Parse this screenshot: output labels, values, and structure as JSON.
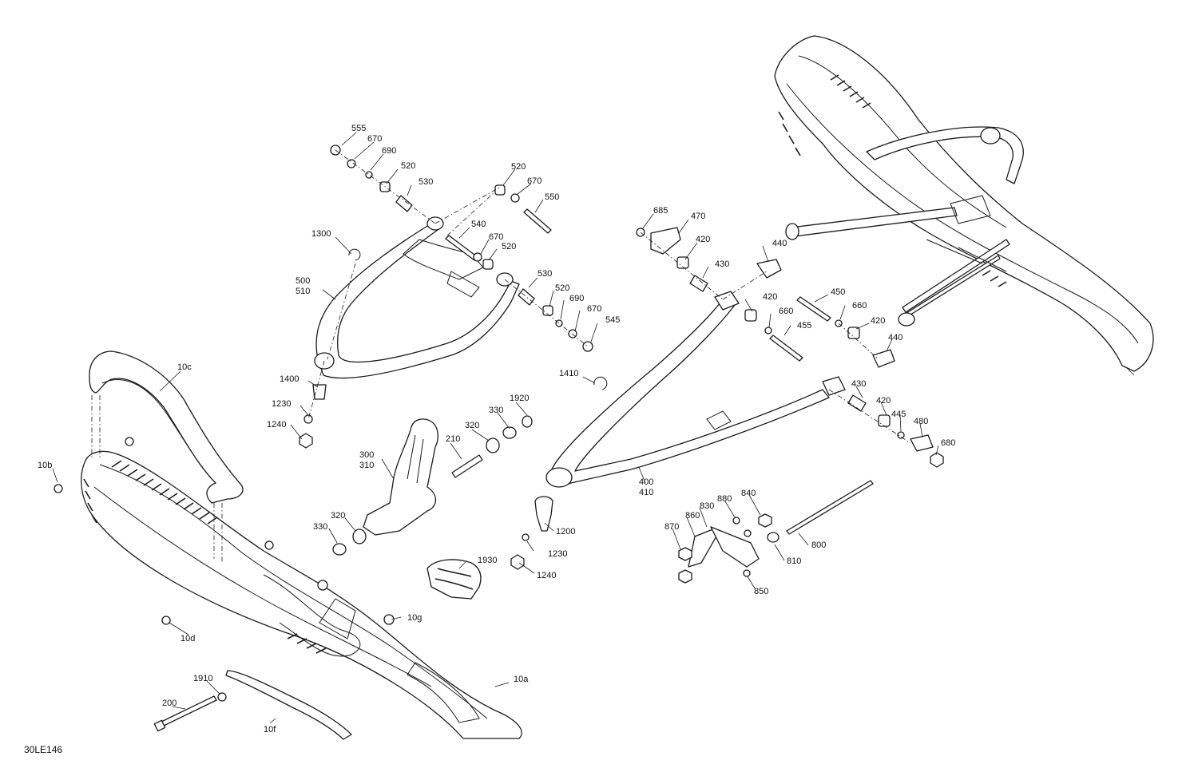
{
  "diagram": {
    "code": "30LE146",
    "callouts": [
      {
        "id": "555",
        "text": "555"
      },
      {
        "id": "670a",
        "text": "670"
      },
      {
        "id": "690a",
        "text": "690"
      },
      {
        "id": "520a",
        "text": "520"
      },
      {
        "id": "530a",
        "text": "530"
      },
      {
        "id": "520b",
        "text": "520"
      },
      {
        "id": "670b",
        "text": "670"
      },
      {
        "id": "550",
        "text": "550"
      },
      {
        "id": "540",
        "text": "540"
      },
      {
        "id": "670c",
        "text": "670"
      },
      {
        "id": "520c",
        "text": "520"
      },
      {
        "id": "1300",
        "text": "1300"
      },
      {
        "id": "500",
        "text": "500"
      },
      {
        "id": "510",
        "text": "510"
      },
      {
        "id": "530b",
        "text": "530"
      },
      {
        "id": "520d",
        "text": "520"
      },
      {
        "id": "690b",
        "text": "690"
      },
      {
        "id": "670d",
        "text": "670"
      },
      {
        "id": "545",
        "text": "545"
      },
      {
        "id": "10c",
        "text": "10c"
      },
      {
        "id": "1400",
        "text": "1400"
      },
      {
        "id": "1230a",
        "text": "1230"
      },
      {
        "id": "1240a",
        "text": "1240"
      },
      {
        "id": "10b",
        "text": "10b"
      },
      {
        "id": "300",
        "text": "300"
      },
      {
        "id": "310",
        "text": "310"
      },
      {
        "id": "210",
        "text": "210"
      },
      {
        "id": "320a",
        "text": "320"
      },
      {
        "id": "330a",
        "text": "330"
      },
      {
        "id": "1920",
        "text": "1920"
      },
      {
        "id": "320b",
        "text": "320"
      },
      {
        "id": "330b",
        "text": "330"
      },
      {
        "id": "1930",
        "text": "1930"
      },
      {
        "id": "10g",
        "text": "10g"
      },
      {
        "id": "10d",
        "text": "10d"
      },
      {
        "id": "1910",
        "text": "1910"
      },
      {
        "id": "200",
        "text": "200"
      },
      {
        "id": "10f",
        "text": "10f"
      },
      {
        "id": "10a",
        "text": "10a"
      },
      {
        "id": "685",
        "text": "685"
      },
      {
        "id": "470",
        "text": "470"
      },
      {
        "id": "420a",
        "text": "420"
      },
      {
        "id": "430a",
        "text": "430"
      },
      {
        "id": "440a",
        "text": "440"
      },
      {
        "id": "420b",
        "text": "420"
      },
      {
        "id": "660a",
        "text": "660"
      },
      {
        "id": "450",
        "text": "450"
      },
      {
        "id": "660b",
        "text": "660"
      },
      {
        "id": "455",
        "text": "455"
      },
      {
        "id": "420c",
        "text": "420"
      },
      {
        "id": "440b",
        "text": "440"
      },
      {
        "id": "1410",
        "text": "1410"
      },
      {
        "id": "430b",
        "text": "430"
      },
      {
        "id": "420d",
        "text": "420"
      },
      {
        "id": "445",
        "text": "445"
      },
      {
        "id": "480",
        "text": "480"
      },
      {
        "id": "680",
        "text": "680"
      },
      {
        "id": "400",
        "text": "400"
      },
      {
        "id": "410",
        "text": "410"
      },
      {
        "id": "1200",
        "text": "1200"
      },
      {
        "id": "1230b",
        "text": "1230"
      },
      {
        "id": "1240b",
        "text": "1240"
      },
      {
        "id": "880",
        "text": "880"
      },
      {
        "id": "840",
        "text": "840"
      },
      {
        "id": "830",
        "text": "830"
      },
      {
        "id": "860",
        "text": "860"
      },
      {
        "id": "870",
        "text": "870"
      },
      {
        "id": "800",
        "text": "800"
      },
      {
        "id": "810",
        "text": "810"
      },
      {
        "id": "850",
        "text": "850"
      }
    ]
  }
}
